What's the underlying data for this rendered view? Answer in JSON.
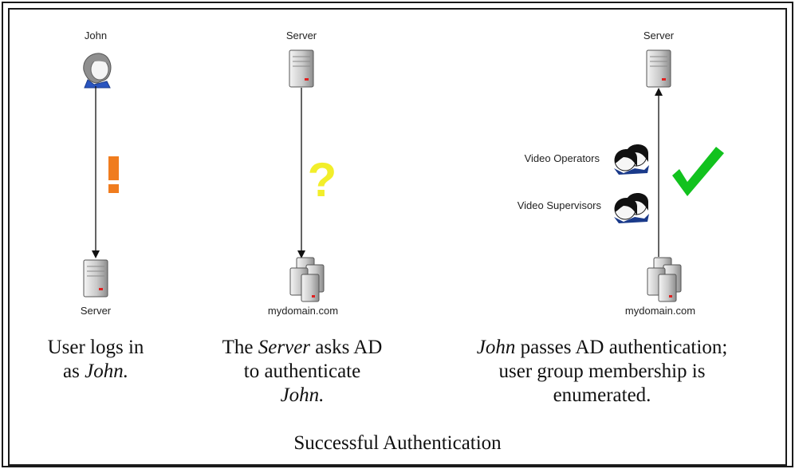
{
  "panels": [
    {
      "top_label": "John",
      "bottom_label": "Server",
      "symbol": "exclamation-mark",
      "caption": {
        "line1": "User logs in",
        "line2_pre": "as ",
        "line2_em": "John."
      }
    },
    {
      "top_label": "Server",
      "bottom_label": "mydomain.com",
      "symbol": "question-mark",
      "caption": {
        "line1_pre": "The ",
        "line1_em": "Server",
        "line1_post": " asks AD",
        "line2": "to authenticate",
        "line3_em": "John."
      }
    },
    {
      "top_label": "Server",
      "bottom_label": "mydomain.com",
      "symbol": "checkmark",
      "groups": [
        "Video Operators",
        "Video Supervisors"
      ],
      "caption": {
        "line1_em": "John",
        "line1_post": " passes AD authentication;",
        "line2": "user group membership is",
        "line3": "enumerated."
      }
    }
  ],
  "footer": "Successful Authentication",
  "colors": {
    "exclamation": "#f07c1e",
    "question": "#f2ee2a",
    "check": "#12c21e",
    "border": "#1a1a1a"
  }
}
